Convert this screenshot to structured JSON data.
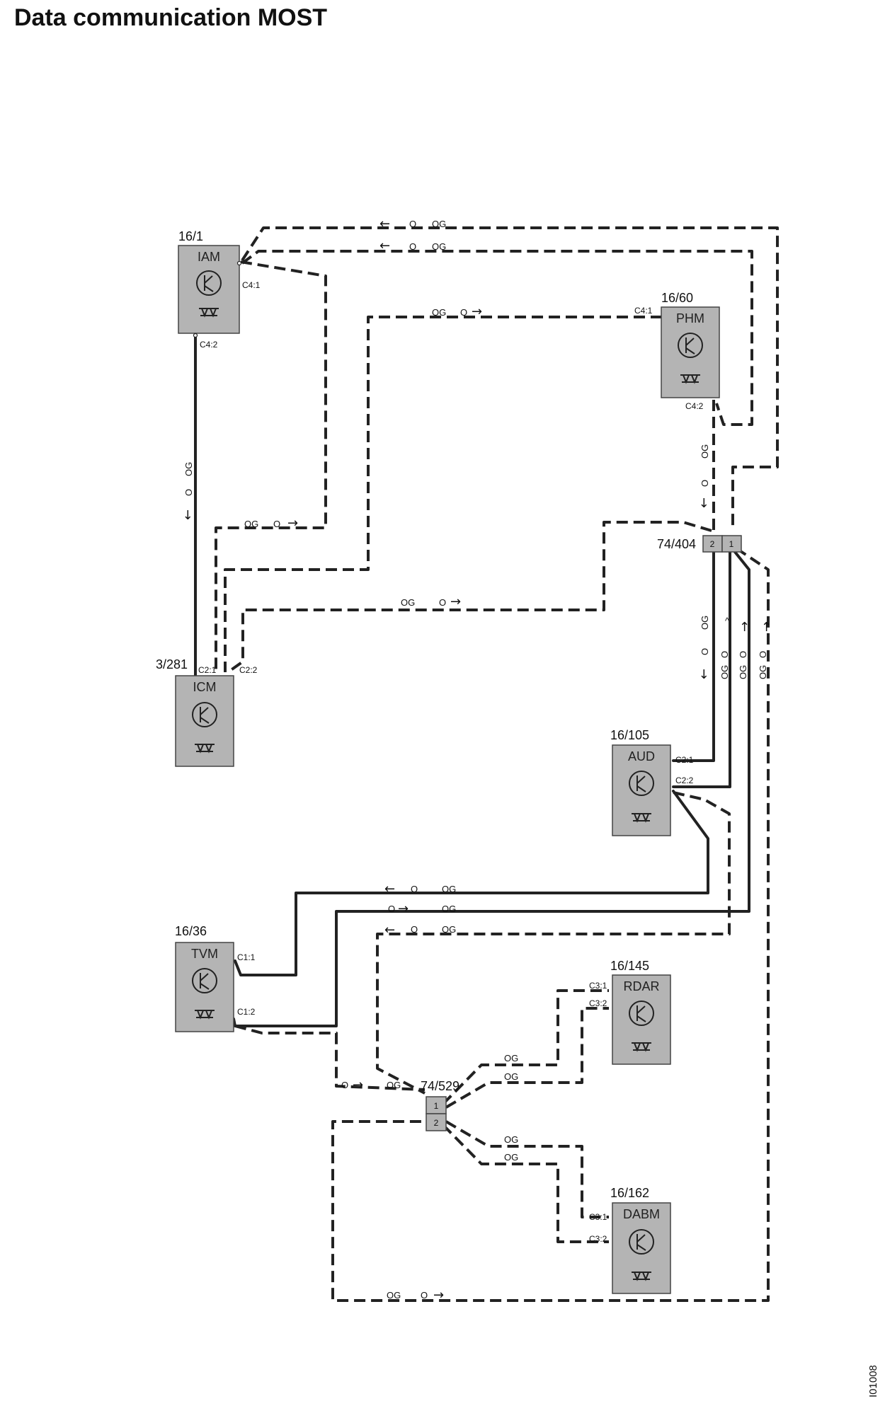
{
  "title": "Data communication MOST",
  "doc_id": "I01008",
  "modules": {
    "iam": {
      "id": "16/1",
      "name": "IAM",
      "pins": [
        "C4:1",
        "C4:2"
      ]
    },
    "phm": {
      "id": "16/60",
      "name": "PHM",
      "pins": [
        "C4:1",
        "C4:2"
      ]
    },
    "icm": {
      "id": "3/281",
      "name": "ICM",
      "pins": [
        "C2:1",
        "C2:2"
      ]
    },
    "aud": {
      "id": "16/105",
      "name": "AUD",
      "pins": [
        "C2:1",
        "C2:2"
      ]
    },
    "tvm": {
      "id": "16/36",
      "name": "TVM",
      "pins": [
        "C1:1",
        "C1:2"
      ]
    },
    "rdar": {
      "id": "16/145",
      "name": "RDAR",
      "pins": [
        "C3:1",
        "C3:2"
      ]
    },
    "dabm": {
      "id": "16/162",
      "name": "DABM",
      "pins": [
        "C3:1",
        "C3:2"
      ]
    }
  },
  "connectors": {
    "c74_404": {
      "id": "74/404",
      "pins": [
        "2",
        "1"
      ]
    },
    "c74_529": {
      "id": "74/529",
      "pins": [
        "1",
        "2"
      ]
    }
  },
  "wire_labels": {
    "og": "OG",
    "o": "O",
    "arrow_left": "←",
    "arrow_right": "→",
    "arrow_up": "↑",
    "arrow_down": "↓",
    "chevron_up": "^"
  }
}
